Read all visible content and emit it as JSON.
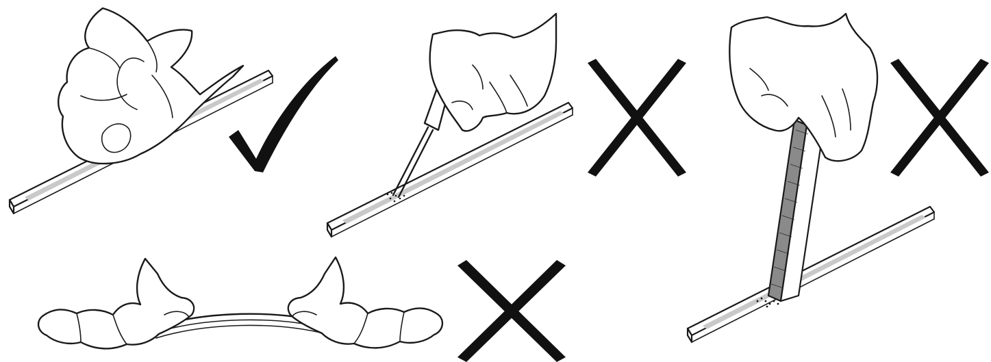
{
  "panels": [
    {
      "id": "wipe-with-cloth",
      "verdict": "correct",
      "verdict_icon": "checkmark-icon"
    },
    {
      "id": "scrape-with-screwdriver",
      "verdict": "wrong",
      "verdict_icon": "cross-icon"
    },
    {
      "id": "file-with-rasp",
      "verdict": "wrong",
      "verdict_icon": "cross-icon"
    },
    {
      "id": "bend-strip",
      "verdict": "wrong",
      "verdict_icon": "cross-icon"
    }
  ],
  "colors": {
    "ink": "#1a1a1a",
    "strip_band": "#c9c9c9",
    "file_body": "#8a8a8a",
    "background": "#ffffff"
  }
}
